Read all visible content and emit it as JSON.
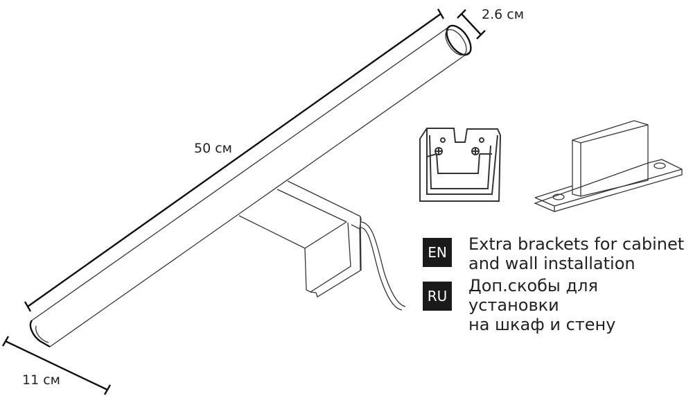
{
  "dimensions": {
    "length": "50 см",
    "diameter": "2.6 см",
    "depth": "11 см"
  },
  "captions": [
    {
      "lang": "EN",
      "line1": "Extra brackets for cabinet",
      "line2": "and wall installation"
    },
    {
      "lang": "RU",
      "line1": "Доп.скобы для установки",
      "line2": "на шкаф и стену"
    }
  ]
}
